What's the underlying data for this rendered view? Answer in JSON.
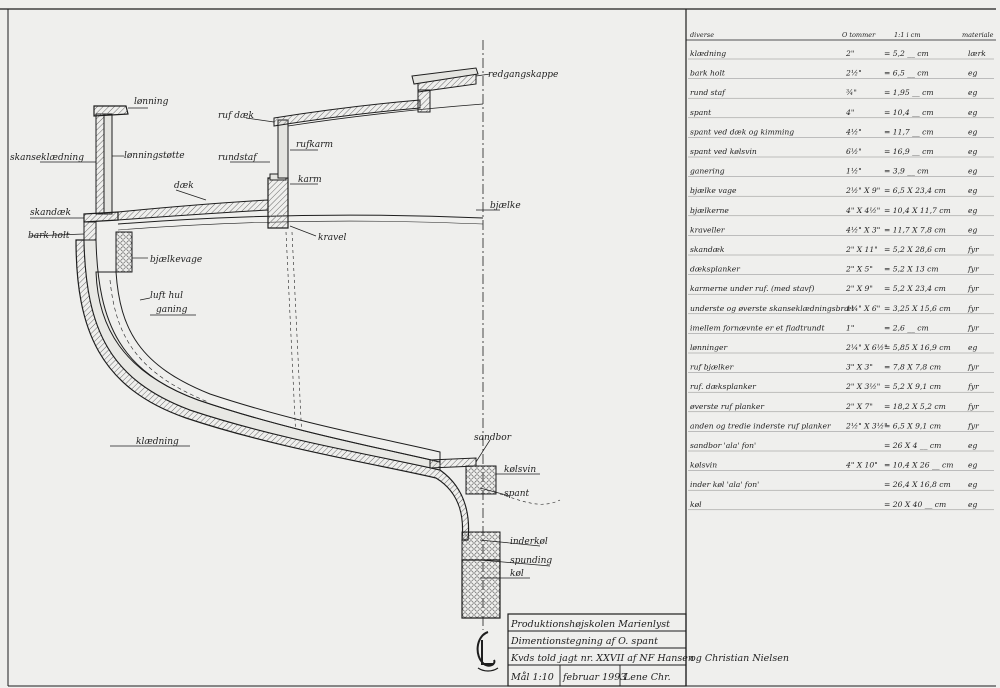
{
  "labels": {
    "lonning": "lønning",
    "skanseklaedning": "skanseklædning",
    "lonningstotte": "lønningstøtte",
    "skandaek": "skandæk",
    "barkholt": "bark holt",
    "bjaelkevage": "bjælkevage",
    "lufthul": "luft hul",
    "ganing": "ganing",
    "klaedning": "klædning",
    "rufdaek": "ruf dæk",
    "rundstaf": "rundstaf",
    "rufkarm": "rufkarm",
    "karm": "karm",
    "daek": "dæk",
    "kravel": "kravel",
    "bjaelke": "bjælke",
    "redgangskappe": "redgangskappe",
    "sandbor": "sandbor",
    "kolsvin": "kølsvin",
    "spant": "spant",
    "inderkol": "inderkøl",
    "spunding": "spunding",
    "kol": "køl"
  },
  "table": {
    "headers": [
      "diverse",
      "O tommer",
      "1:1 i cm",
      "materiale"
    ],
    "rows": [
      {
        "name": "klædning",
        "inch": "2\"",
        "cm": "= 5,2 __ cm",
        "mat": "lærk"
      },
      {
        "name": "bark holt",
        "inch": "2½\"",
        "cm": "= 6,5 __ cm",
        "mat": "eg"
      },
      {
        "name": "rund staf",
        "inch": "¾\"",
        "cm": "= 1,95 __ cm",
        "mat": "eg"
      },
      {
        "name": "spant",
        "inch": "4\"",
        "cm": "= 10,4 __ cm",
        "mat": "eg"
      },
      {
        "name": "spant ved dæk og kimming",
        "inch": "4½\"",
        "cm": "= 11,7 __ cm",
        "mat": "eg"
      },
      {
        "name": "spant ved kølsvin",
        "inch": "6½\"",
        "cm": "= 16,9 __ cm",
        "mat": "eg"
      },
      {
        "name": "ganering",
        "inch": "1½\"",
        "cm": "= 3,9 __ cm",
        "mat": "eg"
      },
      {
        "name": "bjælke vage",
        "inch": "2½\" X 9\"",
        "cm": "= 6,5 X 23,4 cm",
        "mat": "eg"
      },
      {
        "name": "bjælkerne",
        "inch": "4\" X 4½\"",
        "cm": "= 10,4 X 11,7 cm",
        "mat": "eg"
      },
      {
        "name": "kraveller",
        "inch": "4½\" X 3\"",
        "cm": "= 11,7 X 7,8 cm",
        "mat": "eg"
      },
      {
        "name": "skandæk",
        "inch": "2\" X 11\"",
        "cm": "= 5,2 X 28,6 cm",
        "mat": "fyr"
      },
      {
        "name": "dæksplanker",
        "inch": "2\" X 5\"",
        "cm": "= 5,2 X 13 cm",
        "mat": "fyr"
      },
      {
        "name": "karmerne under ruf. (med stavf)",
        "inch": "2\" X 9\"",
        "cm": "= 5,2 X 23,4 cm",
        "mat": "fyr"
      },
      {
        "name": "underste og øverste skanseklædningsbræt",
        "inch": "1¼\" X 6\"",
        "cm": "= 3,25 X 15,6 cm",
        "mat": "fyr"
      },
      {
        "name": "imellem fornævnte er et fladtrundt",
        "inch": "1\"",
        "cm": "= 2,6 __ cm",
        "mat": "fyr"
      },
      {
        "name": "lønninger",
        "inch": "2¼\" X 6½\"",
        "cm": "= 5,85 X 16,9 cm",
        "mat": "eg"
      },
      {
        "name": "ruf bjælker",
        "inch": "3\" X 3\"",
        "cm": "= 7,8 X 7,8 cm",
        "mat": "fyr"
      },
      {
        "name": "ruf. dæksplanker",
        "inch": "2\" X 3½\"",
        "cm": "= 5,2 X 9,1 cm",
        "mat": "fyr"
      },
      {
        "name": "øverste ruf planker",
        "inch": "2\" X 7\"",
        "cm": "= 18,2 X 5,2 cm",
        "mat": "fyr"
      },
      {
        "name": "anden og tredie inderste ruf planker",
        "inch": "2½\" X 3½\"",
        "cm": "= 6,5 X 9,1 cm",
        "mat": "fyr"
      },
      {
        "name": "sandbor 'ala' fon'",
        "inch": "",
        "cm": "= 26 X 4 __ cm",
        "mat": "eg"
      },
      {
        "name": "kølsvin",
        "inch": "4\" X 10\"",
        "cm": "= 10,4 X 26 __ cm",
        "mat": "eg"
      },
      {
        "name": "inder køl 'ala' fon'",
        "inch": "",
        "cm": "= 26,4 X 16,8 cm",
        "mat": "eg"
      },
      {
        "name": "køl",
        "inch": "",
        "cm": "= 20 X 40 __ cm",
        "mat": "eg"
      }
    ]
  },
  "titleblock": {
    "line1": "Produktionshøjskolen Marienlyst",
    "line2": "Dimentionstegning af O. spant",
    "line3": "Kvds told jagt nr. XXVII af NF Hansen",
    "line4_scale": "Mål 1:10",
    "line4_date": "februar 1993",
    "line4_initials": "Lene Chr.",
    "signature": "og Christian Nielsen"
  },
  "colors": {
    "ink": "#1e1e1e",
    "paper": "#efefed",
    "hatch": "#6a6a6a"
  }
}
